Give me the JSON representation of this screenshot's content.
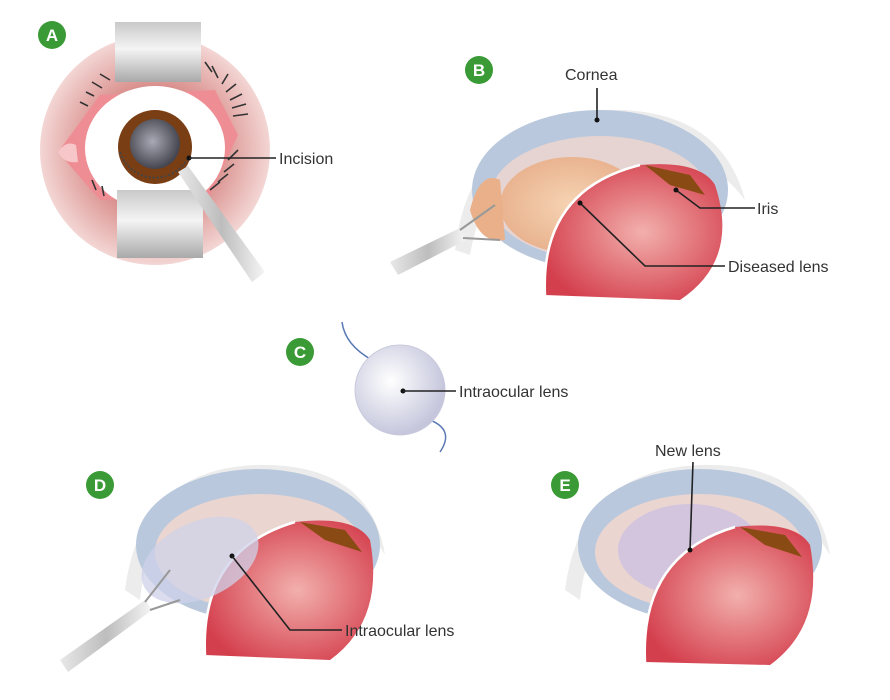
{
  "steps": [
    {
      "badge": "A",
      "labels": [
        "Incision"
      ]
    },
    {
      "badge": "B",
      "labels": [
        "Cornea",
        "Iris",
        "Diseased lens"
      ]
    },
    {
      "badge": "C",
      "labels": [
        "Intraocular lens"
      ]
    },
    {
      "badge": "D",
      "labels": [
        "Intraocular lens"
      ]
    },
    {
      "badge": "E",
      "labels": [
        "New lens"
      ]
    }
  ],
  "colors": {
    "badge": "#3a9a35",
    "skin": "#e8b0ad",
    "cornea": "#b9c8dc",
    "iris": "#7a3e14",
    "tissue": "#d84a55",
    "lens": "#f1c6a0"
  }
}
